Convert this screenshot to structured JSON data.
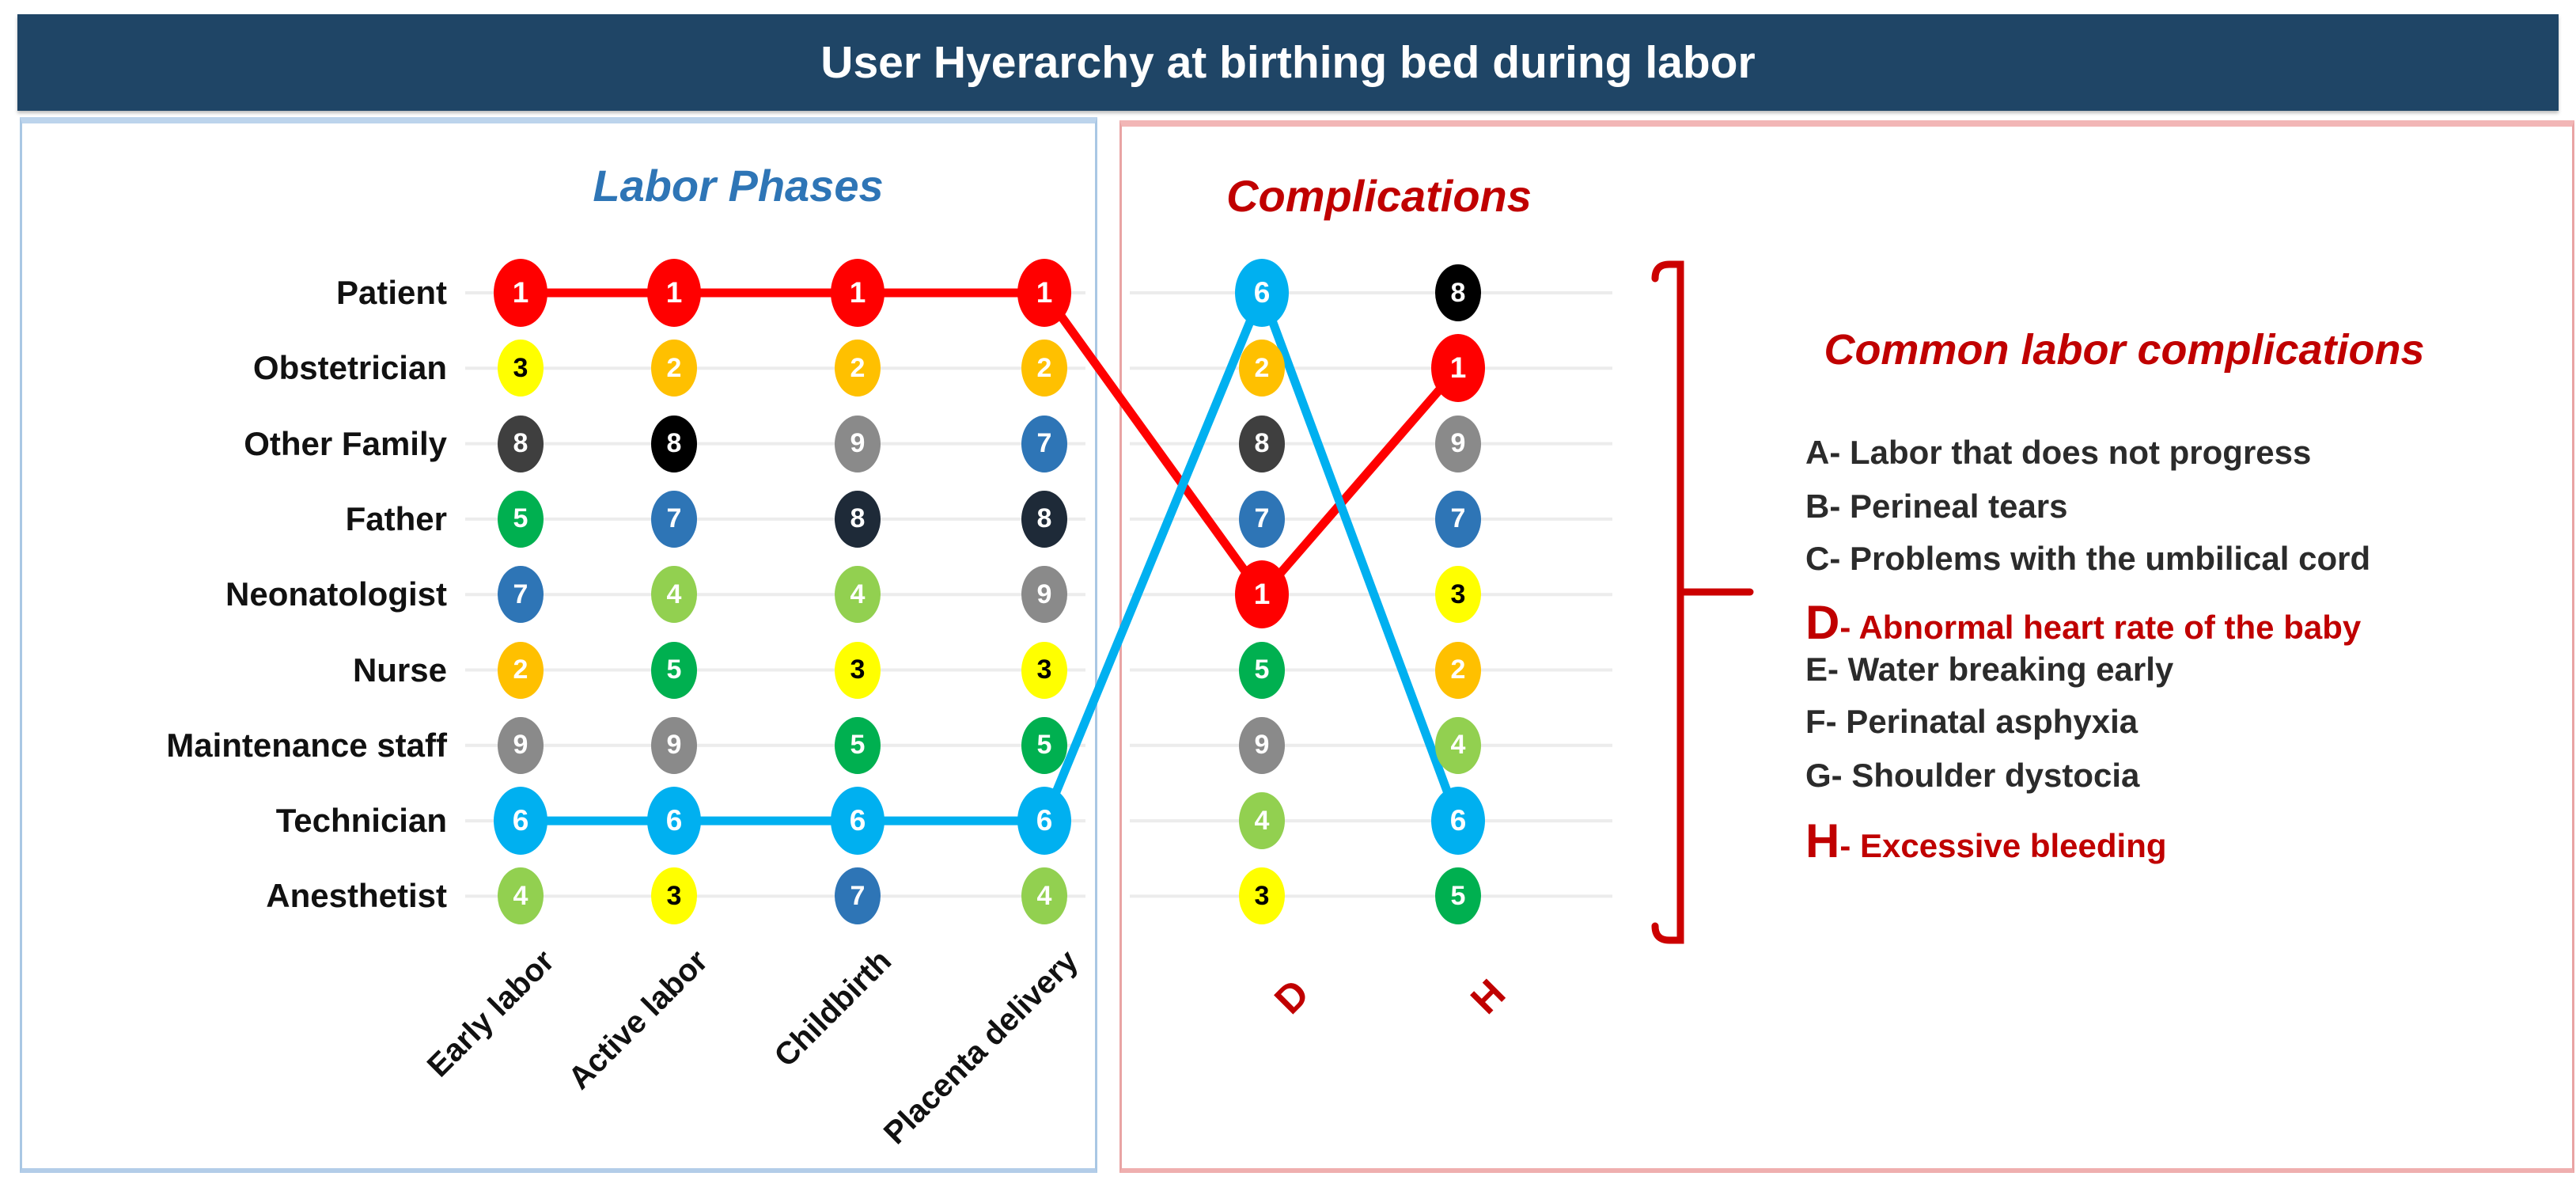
{
  "title": "User Hyerarchy at birthing bed during labor",
  "panels": {
    "labor": {
      "header": "Labor Phases",
      "header_color": "#2E75B6"
    },
    "complications": {
      "header": "Complications",
      "header_color": "#C00000"
    }
  },
  "colors": {
    "title_bar_bg": "#1F4566",
    "title_text": "#FFFFFF",
    "gridline": "#ECECEC",
    "bracket": "#CC0000",
    "axis_label": "#111111",
    "dh_label": "#C00000"
  },
  "palette": {
    "red": "#FF0000",
    "orange": "#FFC000",
    "yellow": "#FFFF00",
    "lightgreen": "#92D050",
    "green": "#00B050",
    "cyan": "#00B0F0",
    "steelblue": "#2E75B6",
    "gray": "#8A8A8A",
    "darkgray": "#3F3F3F",
    "black": "#000000",
    "navy": "#1E2A38"
  },
  "chart_data": {
    "type": "line",
    "subtype": "bump-ranking",
    "title": "User Hyerarchy at birthing bed during labor",
    "categories": [
      "Early labor",
      "Active labor",
      "Childbirth",
      "Placenta delivery"
    ],
    "complication_categories": [
      "D",
      "H"
    ],
    "rows": [
      {
        "label": "Patient",
        "phases": [
          [
            1,
            "red"
          ],
          [
            1,
            "red"
          ],
          [
            1,
            "red"
          ],
          [
            1,
            "red"
          ]
        ],
        "d": [
          6,
          "cyan"
        ],
        "h": [
          8,
          "black"
        ]
      },
      {
        "label": "Obstetrician",
        "phases": [
          [
            3,
            "yellow"
          ],
          [
            2,
            "orange"
          ],
          [
            2,
            "orange"
          ],
          [
            2,
            "orange"
          ]
        ],
        "d": [
          2,
          "orange"
        ],
        "h": [
          1,
          "red"
        ]
      },
      {
        "label": "Other Family",
        "phases": [
          [
            8,
            "darkgray"
          ],
          [
            8,
            "black"
          ],
          [
            9,
            "gray"
          ],
          [
            7,
            "steelblue"
          ]
        ],
        "d": [
          8,
          "darkgray"
        ],
        "h": [
          9,
          "gray"
        ]
      },
      {
        "label": "Father",
        "phases": [
          [
            5,
            "green"
          ],
          [
            7,
            "steelblue"
          ],
          [
            8,
            "navy"
          ],
          [
            8,
            "navy"
          ]
        ],
        "d": [
          7,
          "steelblue"
        ],
        "h": [
          7,
          "steelblue"
        ]
      },
      {
        "label": "Neonatologist",
        "phases": [
          [
            7,
            "steelblue"
          ],
          [
            4,
            "lightgreen"
          ],
          [
            4,
            "lightgreen"
          ],
          [
            9,
            "gray"
          ]
        ],
        "d": [
          1,
          "red"
        ],
        "h": [
          3,
          "yellow"
        ]
      },
      {
        "label": "Nurse",
        "phases": [
          [
            2,
            "orange"
          ],
          [
            5,
            "green"
          ],
          [
            3,
            "yellow"
          ],
          [
            3,
            "yellow"
          ]
        ],
        "d": [
          5,
          "green"
        ],
        "h": [
          2,
          "orange"
        ]
      },
      {
        "label": "Maintenance staff",
        "phases": [
          [
            9,
            "gray"
          ],
          [
            9,
            "gray"
          ],
          [
            5,
            "green"
          ],
          [
            5,
            "green"
          ]
        ],
        "d": [
          9,
          "gray"
        ],
        "h": [
          4,
          "lightgreen"
        ]
      },
      {
        "label": "Technician",
        "phases": [
          [
            6,
            "cyan"
          ],
          [
            6,
            "cyan"
          ],
          [
            6,
            "cyan"
          ],
          [
            6,
            "cyan"
          ]
        ],
        "d": [
          4,
          "lightgreen"
        ],
        "h": [
          6,
          "cyan"
        ]
      },
      {
        "label": "Anesthetist",
        "phases": [
          [
            4,
            "lightgreen"
          ],
          [
            3,
            "yellow"
          ],
          [
            7,
            "steelblue"
          ],
          [
            4,
            "lightgreen"
          ]
        ],
        "d": [
          3,
          "yellow"
        ],
        "h": [
          5,
          "green"
        ]
      }
    ],
    "highlight_lines": [
      {
        "name": "patient-rank1-path",
        "color_key": "red",
        "hex": "#FF0000",
        "rows_per_column": [
          0,
          0,
          0,
          0,
          4,
          1
        ]
      },
      {
        "name": "technician-rank6-path",
        "color_key": "cyan",
        "hex": "#00B0F0",
        "rows_per_column": [
          7,
          7,
          7,
          7,
          0,
          7
        ]
      }
    ],
    "legend_position": "right",
    "grid": "horizontal-faint"
  },
  "legend": {
    "title": "Common labor complications",
    "accent": "#C00000",
    "items": [
      {
        "letter": "A",
        "text": "Labor that does not progress",
        "highlight": false
      },
      {
        "letter": "B",
        "text": "Perineal tears",
        "highlight": false
      },
      {
        "letter": "C",
        "text": "Problems with the umbilical cord",
        "highlight": false
      },
      {
        "letter": "D",
        "text": "Abnormal heart rate of the baby",
        "highlight": true
      },
      {
        "letter": "E",
        "text": "Water breaking early",
        "highlight": false
      },
      {
        "letter": "F",
        "text": "Perinatal asphyxia",
        "highlight": false
      },
      {
        "letter": "G",
        "text": "Shoulder dystocia",
        "highlight": false
      },
      {
        "letter": "H",
        "text": "Excessive bleeding",
        "highlight": true
      }
    ]
  }
}
